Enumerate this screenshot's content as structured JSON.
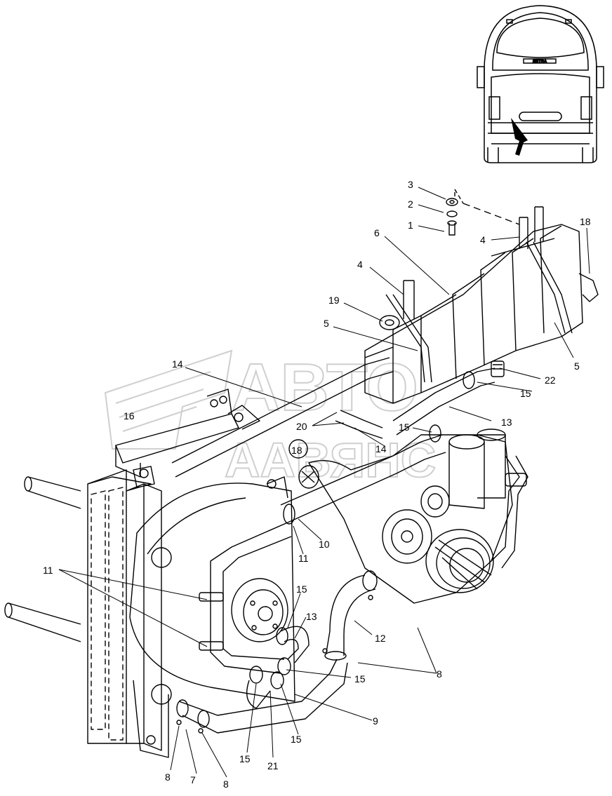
{
  "watermark": {
    "line1": "АВТО",
    "line2": "ААВЯНС"
  },
  "bus_badge": "SETRA",
  "callouts": [
    {
      "id": "c3",
      "label": "3"
    },
    {
      "id": "c2",
      "label": "2"
    },
    {
      "id": "c1",
      "label": "1"
    },
    {
      "id": "c4a",
      "label": "4"
    },
    {
      "id": "c18a",
      "label": "18"
    },
    {
      "id": "c6",
      "label": "6"
    },
    {
      "id": "c4b",
      "label": "4"
    },
    {
      "id": "c19",
      "label": "19"
    },
    {
      "id": "c5a",
      "label": "5"
    },
    {
      "id": "c5b",
      "label": "5"
    },
    {
      "id": "c14a",
      "label": "14"
    },
    {
      "id": "c22",
      "label": "22"
    },
    {
      "id": "c15a",
      "label": "15"
    },
    {
      "id": "c16",
      "label": "16"
    },
    {
      "id": "c13a",
      "label": "13"
    },
    {
      "id": "c20",
      "label": "20"
    },
    {
      "id": "c15b",
      "label": "15"
    },
    {
      "id": "c14b",
      "label": "14"
    },
    {
      "id": "c18b",
      "label": "18"
    },
    {
      "id": "c10",
      "label": "10"
    },
    {
      "id": "c11a",
      "label": "11"
    },
    {
      "id": "c11b",
      "label": "11"
    },
    {
      "id": "c15c",
      "label": "15"
    },
    {
      "id": "c13b",
      "label": "13"
    },
    {
      "id": "c12",
      "label": "12"
    },
    {
      "id": "c8a",
      "label": "8"
    },
    {
      "id": "c15d",
      "label": "15"
    },
    {
      "id": "c9",
      "label": "9"
    },
    {
      "id": "c15e",
      "label": "15"
    },
    {
      "id": "c15f",
      "label": "15"
    },
    {
      "id": "c21",
      "label": "21"
    },
    {
      "id": "c8b",
      "label": "8"
    },
    {
      "id": "c7",
      "label": "7"
    },
    {
      "id": "c8c",
      "label": "8"
    }
  ]
}
